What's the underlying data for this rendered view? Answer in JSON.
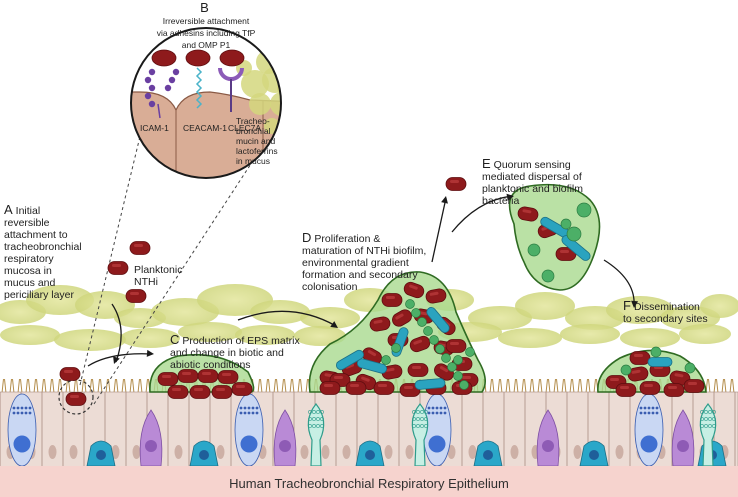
{
  "panel_a": {
    "letter": "A",
    "text": "Initial\nreversible\nattachment to\ntracheobronchial\nrespiratory\nmucosa in\nmucus and\npericiliary layer"
  },
  "planktonic": {
    "text": "Planktonic\nNTHi"
  },
  "panel_b": {
    "letter": "B",
    "text": "Irreversible attachment\nvia adhesins including TfP\nand OMP P1"
  },
  "receptors": {
    "icam": "ICAM-1",
    "ceacam": "CEACAM-1",
    "clec": "CLEC7A"
  },
  "mucin": {
    "text": "Tracheo-\nbronchial\nmucin and\nlactoferrins\nin mucus"
  },
  "panel_c": {
    "letter": "C",
    "text": "Production of  EPS matrix\nand change in biotic and\nabiotic conditions"
  },
  "panel_d": {
    "letter": "D",
    "text": "Proliferation &\nmaturation of NTHi biofilm,\nenvironmental gradient\nformation and secondary\ncolonisation"
  },
  "panel_e": {
    "letter": "E",
    "text": "Quorum sensing\nmediated dispersal of\nplanktonic and biofilm\nbacteria"
  },
  "panel_f": {
    "letter": "F",
    "text": "Dissemination\nto secondary sites"
  },
  "footer": {
    "title": "Human Tracheobronchial Respiratory Epithelium"
  },
  "colors": {
    "bacteria": "#8e1a1c",
    "biofilm_fill": "#a9d98f",
    "biofilm_stroke": "#2f6b22",
    "mucus": "#d7dc8a",
    "tissue": "#d9ad96",
    "cell_fill": "#ecdcd5",
    "rod": "#2aa3bf",
    "coccus": "#4caf67",
    "nucleus_blue": "#3f6fd1",
    "goblet_purple": "#b98ad6",
    "basal_teal": "#2aa7c9",
    "goblet_green": "#2e9c8b"
  }
}
